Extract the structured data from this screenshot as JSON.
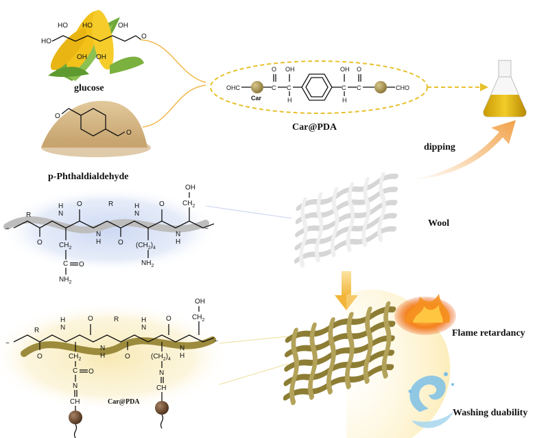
{
  "labels": {
    "glucose": "glucose",
    "p_phthal": "p-Phthaldialdehyde",
    "car_pda": "Car@PDA",
    "dipping": "dipping",
    "wool": "Wool",
    "flame": "Flame retardancy",
    "washing": "Washing duability",
    "car_pda_small": "Car@PDA",
    "car_node": "Car"
  },
  "chem": {
    "ho": "HO",
    "oh": "OH",
    "o": "O",
    "h": "H",
    "n": "N",
    "r": "R",
    "ohc": "OHC",
    "cho": "CHO",
    "ch2": "CH",
    "ch2_sub": "2",
    "ch": "CH",
    "nh2": "NH",
    "nh2_sub": "2",
    "ch2_4": "(CH",
    "ch2_4_sub": "2",
    "ch2_4_end": ")",
    "ch2_4_sub2": "4",
    "co": "C",
    "eq_o": "O",
    "c": "C"
  },
  "colors": {
    "arrow_orange": "#f2b84a",
    "gold_fabric": "#a99a4a",
    "white_fabric": "#e8e8e8",
    "car_bead": "#9e8a4c",
    "dark_bead": "#6b4a2e",
    "flask_liquid": "#d9b10f",
    "flame": "#f28c1e",
    "water": "#6ab3d9"
  }
}
